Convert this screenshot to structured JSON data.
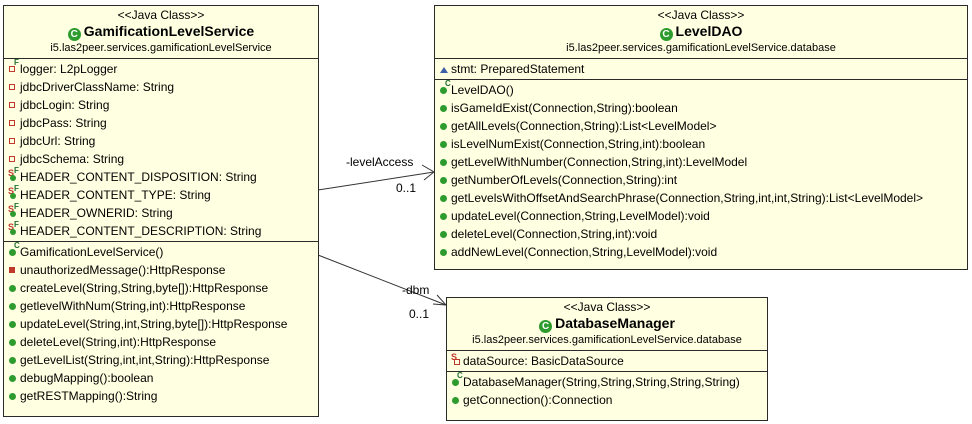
{
  "classes": {
    "gls": {
      "stereotype": "<<Java Class>>",
      "icon_letter": "C",
      "name": "GamificationLevelService",
      "package": "i5.las2peer.services.gamificationLevelService",
      "fields": [
        {
          "text": "logger: L2pLogger",
          "icon": "private-static-final"
        },
        {
          "text": "jdbcDriverClassName: String",
          "icon": "private"
        },
        {
          "text": "jdbcLogin: String",
          "icon": "private"
        },
        {
          "text": "jdbcPass: String",
          "icon": "private"
        },
        {
          "text": "jdbcUrl: String",
          "icon": "private"
        },
        {
          "text": "jdbcSchema: String",
          "icon": "private"
        },
        {
          "text": "HEADER_CONTENT_DISPOSITION: String",
          "icon": "static-final"
        },
        {
          "text": "HEADER_CONTENT_TYPE: String",
          "icon": "static-final"
        },
        {
          "text": "HEADER_OWNERID: String",
          "icon": "static-final"
        },
        {
          "text": "HEADER_CONTENT_DESCRIPTION: String",
          "icon": "static-final"
        }
      ],
      "methods": [
        {
          "text": "GamificationLevelService()",
          "icon": "constructor"
        },
        {
          "text": "unauthorizedMessage():HttpResponse",
          "icon": "private-method"
        },
        {
          "text": "createLevel(String,String,byte[]):HttpResponse",
          "icon": "public"
        },
        {
          "text": "getlevelWithNum(String,int):HttpResponse",
          "icon": "public"
        },
        {
          "text": "updateLevel(String,int,String,byte[]):HttpResponse",
          "icon": "public"
        },
        {
          "text": "deleteLevel(String,int):HttpResponse",
          "icon": "public"
        },
        {
          "text": "getLevelList(String,int,int,String):HttpResponse",
          "icon": "public"
        },
        {
          "text": "debugMapping():boolean",
          "icon": "public"
        },
        {
          "text": "getRESTMapping():String",
          "icon": "public"
        }
      ]
    },
    "dao": {
      "stereotype": "<<Java Class>>",
      "icon_letter": "C",
      "name": "LevelDAO",
      "package": "i5.las2peer.services.gamificationLevelService.database",
      "fields": [
        {
          "text": "stmt: PreparedStatement",
          "icon": "package"
        }
      ],
      "methods": [
        {
          "text": "LevelDAO()",
          "icon": "constructor"
        },
        {
          "text": "isGameIdExist(Connection,String):boolean",
          "icon": "public"
        },
        {
          "text": "getAllLevels(Connection,String):List<LevelModel>",
          "icon": "public"
        },
        {
          "text": "isLevelNumExist(Connection,String,int):boolean",
          "icon": "public"
        },
        {
          "text": "getLevelWithNumber(Connection,String,int):LevelModel",
          "icon": "public"
        },
        {
          "text": "getNumberOfLevels(Connection,String):int",
          "icon": "public"
        },
        {
          "text": "getLevelsWithOffsetAndSearchPhrase(Connection,String,int,int,String):List<LevelModel>",
          "icon": "public"
        },
        {
          "text": "updateLevel(Connection,String,LevelModel):void",
          "icon": "public"
        },
        {
          "text": "deleteLevel(Connection,String,int):void",
          "icon": "public"
        },
        {
          "text": "addNewLevel(Connection,String,LevelModel):void",
          "icon": "public"
        }
      ]
    },
    "dbm": {
      "stereotype": "<<Java Class>>",
      "icon_letter": "C",
      "name": "DatabaseManager",
      "package": "i5.las2peer.services.gamificationLevelService.database",
      "fields": [
        {
          "text": "dataSource: BasicDataSource",
          "icon": "private-static"
        }
      ],
      "methods": [
        {
          "text": "DatabaseManager(String,String,String,String,String)",
          "icon": "constructor"
        },
        {
          "text": "getConnection():Connection",
          "icon": "public"
        }
      ]
    }
  },
  "associations": [
    {
      "name": "-levelAccess",
      "multiplicity": "0..1"
    },
    {
      "name": "-dbm",
      "multiplicity": "0..1"
    }
  ],
  "colors": {
    "class_fill": "#ffffe1",
    "public_icon": "#2d9b2d",
    "private_icon": "#c0392b",
    "package_icon": "#3d5ea8"
  }
}
